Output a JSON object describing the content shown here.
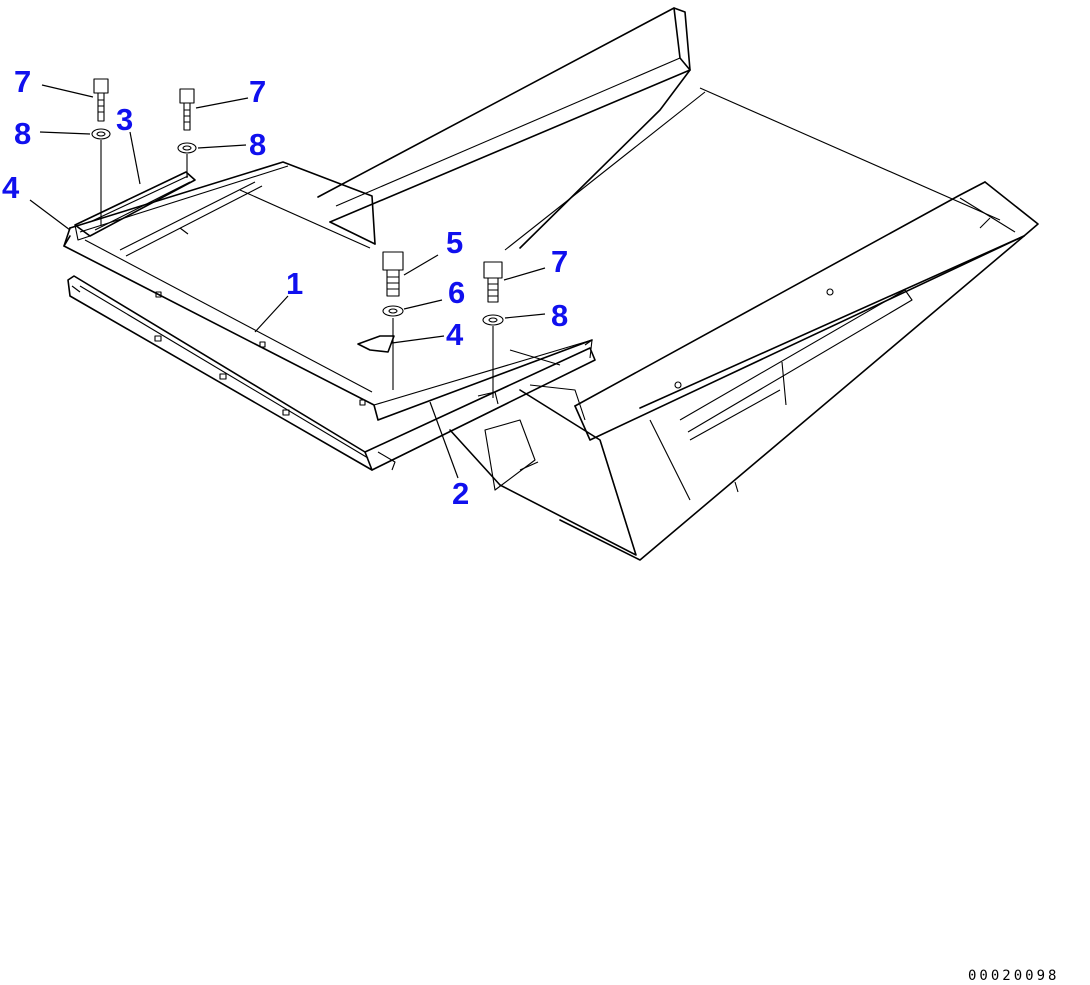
{
  "callout_color": "#1010ee",
  "drawing_code": "00020098",
  "callouts": {
    "c7a": "7",
    "c8a": "8",
    "c3": "3",
    "c4a": "4",
    "c7b": "7",
    "c8b": "8",
    "c1": "1",
    "c5": "5",
    "c6": "6",
    "c4b": "4",
    "c7c": "7",
    "c8c": "8",
    "c2": "2"
  }
}
